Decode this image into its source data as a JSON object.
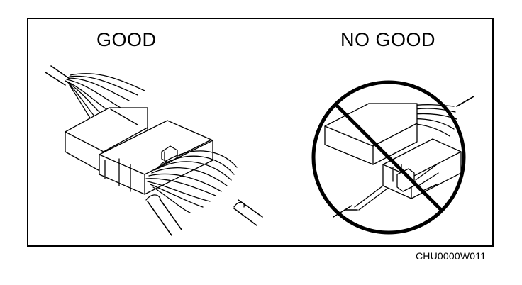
{
  "labels": {
    "good": "GOOD",
    "no_good": "NO GOOD"
  },
  "figure_code": "CHU0000W011",
  "icons": {
    "good_connector": "connector-icon",
    "prohibited": "prohibited-icon"
  },
  "colors": {
    "ink": "#000000",
    "paper": "#ffffff"
  }
}
